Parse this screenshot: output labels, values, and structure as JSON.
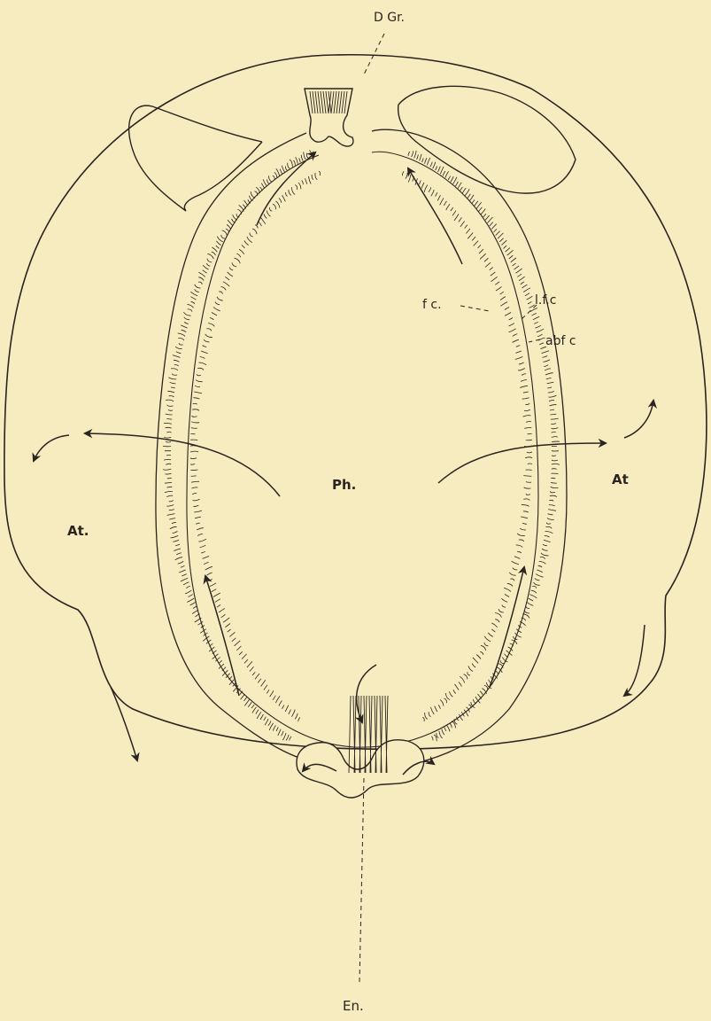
{
  "labels": {
    "dorsal_groove": "D Gr.",
    "frontal_cilia": "f c.",
    "lateral_frontal_cilia": "l.f.c",
    "abfrontal_cilia": "abf c",
    "pharynx": "Ph.",
    "atrium_right": "At",
    "atrium_left": "At.",
    "endostyle": "En."
  },
  "colors": {
    "background": "#f7ecbf",
    "ink": "#2a2420"
  }
}
